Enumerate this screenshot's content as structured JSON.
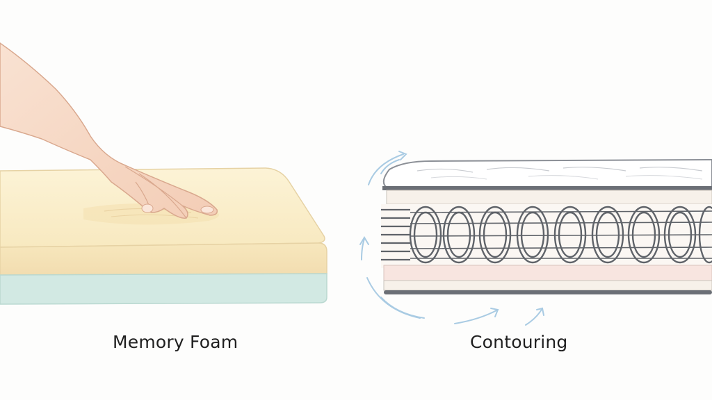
{
  "labels": {
    "left": "Memory Foam",
    "right": "Contouring"
  },
  "colors": {
    "background": "#fdfdfc",
    "foam_top": "#fbf0cf",
    "foam_side": "#f6e5b8",
    "foam_base": "#cfe7e2",
    "skin": "#f8dccb",
    "coil": "#5f6369",
    "arrow": "#a9cbe3",
    "text": "#1f1f1f"
  },
  "icons": [
    "hand-illustration",
    "memory-foam-block-illustration",
    "spring-mattress-illustration",
    "motion-arrow-icon"
  ]
}
